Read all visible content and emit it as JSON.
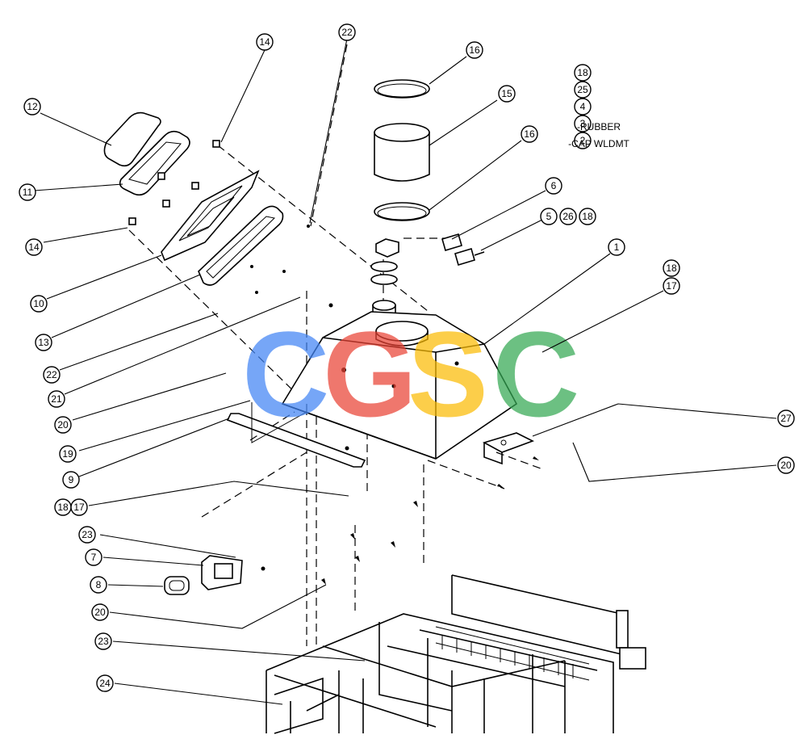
{
  "watermark": {
    "letters": [
      {
        "char": "C",
        "color": "#4285F4"
      },
      {
        "char": "G",
        "color": "#EA4335"
      },
      {
        "char": "S",
        "color": "#FBBC05"
      },
      {
        "char": "C",
        "color": "#34A853"
      }
    ]
  },
  "callouts": [
    {
      "id": "c-14-top",
      "label": "14"
    },
    {
      "id": "c-22-top",
      "label": "22"
    },
    {
      "id": "c-16-top",
      "label": "16"
    },
    {
      "id": "c-12",
      "label": "12"
    },
    {
      "id": "c-15",
      "label": "15"
    },
    {
      "id": "c-16-mid",
      "label": "16"
    },
    {
      "id": "c-11",
      "label": "11"
    },
    {
      "id": "c-6",
      "label": "6"
    },
    {
      "id": "c-5",
      "label": "5"
    },
    {
      "id": "c-26",
      "label": "26"
    },
    {
      "id": "c-18-a",
      "label": "18"
    },
    {
      "id": "c-14-left",
      "label": "14"
    },
    {
      "id": "c-1",
      "label": "1"
    },
    {
      "id": "c-18-right",
      "label": "18"
    },
    {
      "id": "c-17-right",
      "label": "17"
    },
    {
      "id": "c-10",
      "label": "10"
    },
    {
      "id": "c-13",
      "label": "13"
    },
    {
      "id": "c-22-left",
      "label": "22"
    },
    {
      "id": "c-21",
      "label": "21"
    },
    {
      "id": "c-20-a",
      "label": "20"
    },
    {
      "id": "c-19",
      "label": "19"
    },
    {
      "id": "c-27",
      "label": "27"
    },
    {
      "id": "c-9",
      "label": "9"
    },
    {
      "id": "c-20-right",
      "label": "20"
    },
    {
      "id": "c-18-left",
      "label": "18"
    },
    {
      "id": "c-17-left",
      "label": "17"
    },
    {
      "id": "c-23-top",
      "label": "23"
    },
    {
      "id": "c-7",
      "label": "7"
    },
    {
      "id": "c-8",
      "label": "8"
    },
    {
      "id": "c-20-b",
      "label": "20"
    },
    {
      "id": "c-23-bot",
      "label": "23"
    },
    {
      "id": "c-24",
      "label": "24"
    }
  ],
  "legend": [
    {
      "num": "18",
      "text": ""
    },
    {
      "num": "25",
      "text": ""
    },
    {
      "num": "4",
      "text": ""
    },
    {
      "num": "3",
      "text": "-RUBBER"
    },
    {
      "num": "2",
      "text": "-CAP WLDMT"
    }
  ]
}
